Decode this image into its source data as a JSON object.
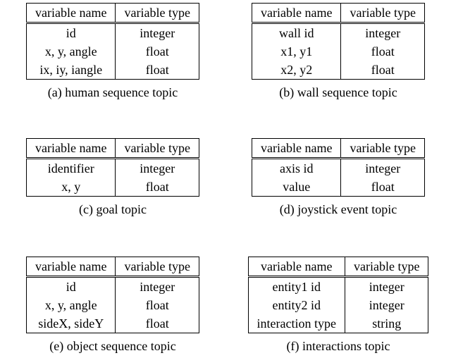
{
  "page": {
    "background_color": "#ffffff",
    "text_color": "#000000",
    "border_color": "#000000"
  },
  "figures": [
    {
      "label": "a",
      "caption": "(a) human sequence topic",
      "headers": [
        "variable name",
        "variable type"
      ],
      "rows": [
        [
          "id",
          "integer"
        ],
        [
          "x, y, angle",
          "float"
        ],
        [
          "ix, iy, iangle",
          "float"
        ]
      ]
    },
    {
      "label": "b",
      "caption": "(b) wall sequence topic",
      "headers": [
        "variable name",
        "variable type"
      ],
      "rows": [
        [
          "wall id",
          "integer"
        ],
        [
          "x1, y1",
          "float"
        ],
        [
          "x2, y2",
          "float"
        ]
      ]
    },
    {
      "label": "c",
      "caption": "(c) goal topic",
      "headers": [
        "variable name",
        "variable type"
      ],
      "rows": [
        [
          "identifier",
          "integer"
        ],
        [
          "x, y",
          "float"
        ]
      ]
    },
    {
      "label": "d",
      "caption": "(d) joystick event topic",
      "headers": [
        "variable name",
        "variable type"
      ],
      "rows": [
        [
          "axis id",
          "integer"
        ],
        [
          "value",
          "float"
        ]
      ]
    },
    {
      "label": "e",
      "caption": "(e) object sequence topic",
      "headers": [
        "variable name",
        "variable type"
      ],
      "rows": [
        [
          "id",
          "integer"
        ],
        [
          "x, y, angle",
          "float"
        ],
        [
          "sideX, sideY",
          "float"
        ]
      ]
    },
    {
      "label": "f",
      "caption": "(f) interactions topic",
      "headers": [
        "variable name",
        "variable type"
      ],
      "rows": [
        [
          "entity1 id",
          "integer"
        ],
        [
          "entity2 id",
          "integer"
        ],
        [
          "interaction type",
          "string"
        ]
      ]
    }
  ]
}
